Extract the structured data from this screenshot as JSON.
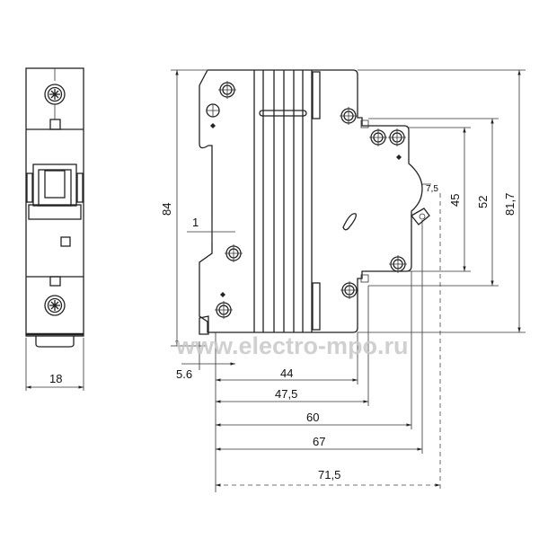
{
  "drawing": {
    "front_view": {
      "width_label": "18"
    },
    "side_view": {
      "height_labels": {
        "total": "84",
        "overall_right": "81,7",
        "inner_outer": "52",
        "inner": "45"
      },
      "offset_label": "1",
      "rail_label": "5.6",
      "depth_labels": [
        "44",
        "47,5",
        "60",
        "67",
        "71,5"
      ],
      "corner_label": "7,5"
    },
    "watermark": "www.electro-mpo.ru"
  }
}
